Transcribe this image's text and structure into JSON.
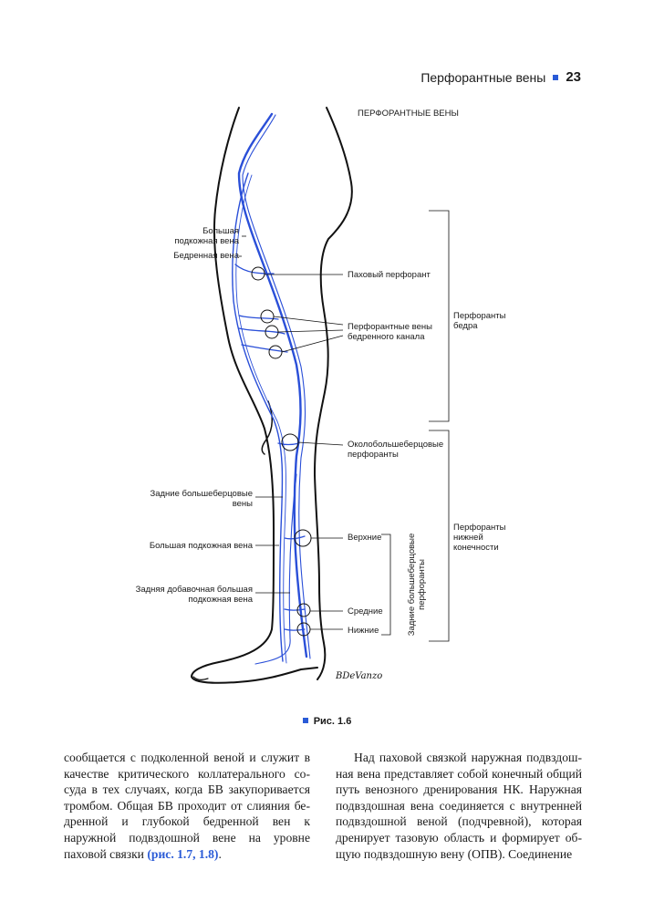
{
  "header": {
    "title": "Перфорантные вены",
    "page": "23"
  },
  "figure": {
    "top_title": "ПЕРФОРАНТНЫЕ ВЕНЫ",
    "labels": {
      "great_saphenous_1": "Большая",
      "great_saphenous_2": "подкожная вена",
      "femoral_vein": "Бедренная вена",
      "inguinal_perforator": "Паховый перфорант",
      "femoral_canal_1": "Перфорантные вены",
      "femoral_canal_2": "бедренного канала",
      "thigh_perforators_1": "Перфоранты",
      "thigh_perforators_2": "бедра",
      "paratibial_1": "Околобольшеберцовые",
      "paratibial_2": "перфоранты",
      "posterior_tibial_1": "Задние большеберцовые",
      "posterior_tibial_2": "вены",
      "great_saphenous_lower": "Большая подкожная вена",
      "posterior_accessory_1": "Задняя добавочная большая",
      "posterior_accessory_2": "подкожная вена",
      "upper": "Верхние",
      "middle": "Средние",
      "lower": "Нижние",
      "post_tibial_perf_1": "Задние большеберцовые",
      "post_tibial_perf_2": "перфоранты",
      "leg_perforators_1": "Перфоранты",
      "leg_perforators_2": "нижней",
      "leg_perforators_3": "конечности"
    },
    "signature": "BDeVanzo",
    "caption": "Рис. 1.6"
  },
  "text": {
    "left_lines": [
      "сообщается с подколенной веной и служит",
      "в качестве критического коллатерального со-",
      "суда в тех случаях, когда БВ закупоривается",
      "тромбом. Общая БВ проходит от слияния бе-",
      "дренной и глубокой бедренной вен к наружной",
      "подвздошной вене на уровне паховой связки"
    ],
    "left_ref": "(рис. 1.7, 1.8)",
    "right_lines": [
      "Над паховой связкой наружная подвздош-",
      "ная вена представляет собой конечный общий",
      "путь венозного дренирования НК. Наружная",
      "подвздошная вена соединяется с внутренней",
      "подвздошной веной (подчревной), которая",
      "дренирует тазовую область и формирует об-",
      "щую подвздошную вену (ОПВ). Соединение"
    ]
  },
  "colors": {
    "vein": "#2a4fd8",
    "accent": "#2a5bd7",
    "outline": "#111111"
  }
}
